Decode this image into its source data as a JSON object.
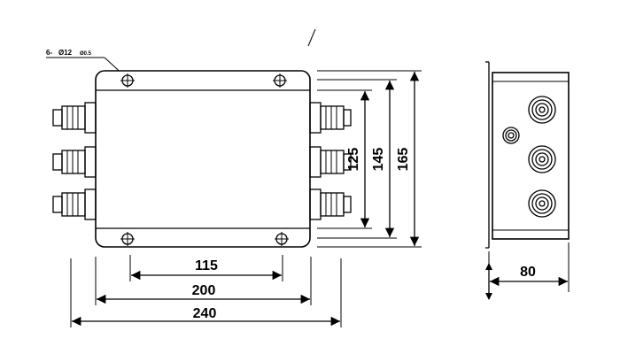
{
  "hole_callout": {
    "prefix": "6-",
    "diameter": "Ø12",
    "depth": "Ø0.5"
  },
  "front_view": {
    "dim_inner": "115",
    "dim_middle": "200",
    "dim_outer": "240",
    "dim_height_small": "125",
    "dim_height_mid": "145",
    "dim_height_large": "165"
  },
  "side_view": {
    "dim_depth": "80"
  }
}
